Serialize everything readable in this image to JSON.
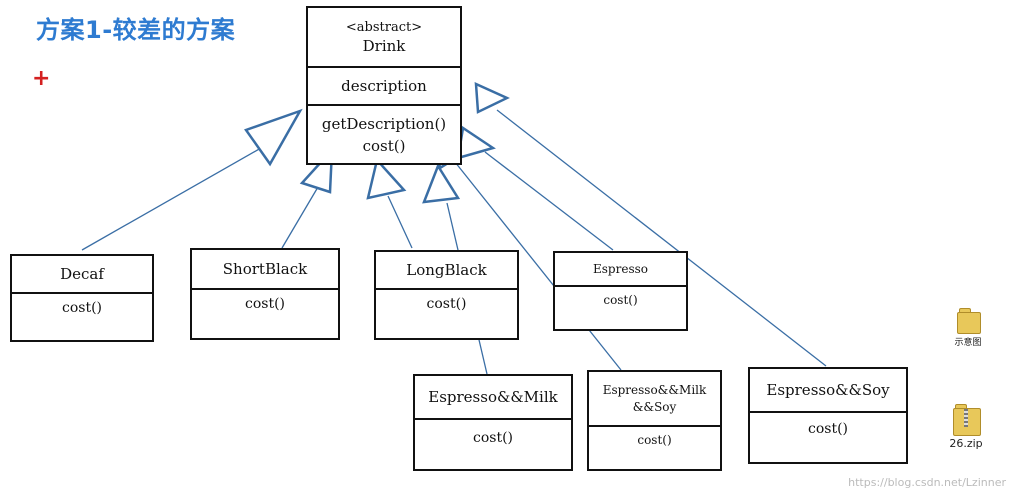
{
  "title": "方案1-较差的方案",
  "plus_marker": "+",
  "drink": {
    "stereotype": "<abstract>",
    "name": "Drink",
    "attribute": "description",
    "method1": "getDescription()",
    "method2": "cost()"
  },
  "classes": [
    {
      "name": "Decaf",
      "method": "cost()"
    },
    {
      "name": "ShortBlack",
      "method": "cost()"
    },
    {
      "name": "LongBlack",
      "method": "cost()"
    },
    {
      "name": "Espresso",
      "method": "cost()"
    },
    {
      "name": "Espresso&&Milk",
      "method": "cost()"
    },
    {
      "name_line1": "Espresso&&Milk",
      "name_line2": "&&Soy",
      "method": "cost()"
    },
    {
      "name": "Espresso&&Soy",
      "method": "cost()"
    }
  ],
  "desktop": {
    "folder_label": "示意图",
    "zip_label": "26.zip"
  },
  "watermark": "https://blog.csdn.net/Lzinner",
  "colors": {
    "title": "#2e7bd1",
    "arrow": "#3a6ea5",
    "plus": "#d42020"
  }
}
